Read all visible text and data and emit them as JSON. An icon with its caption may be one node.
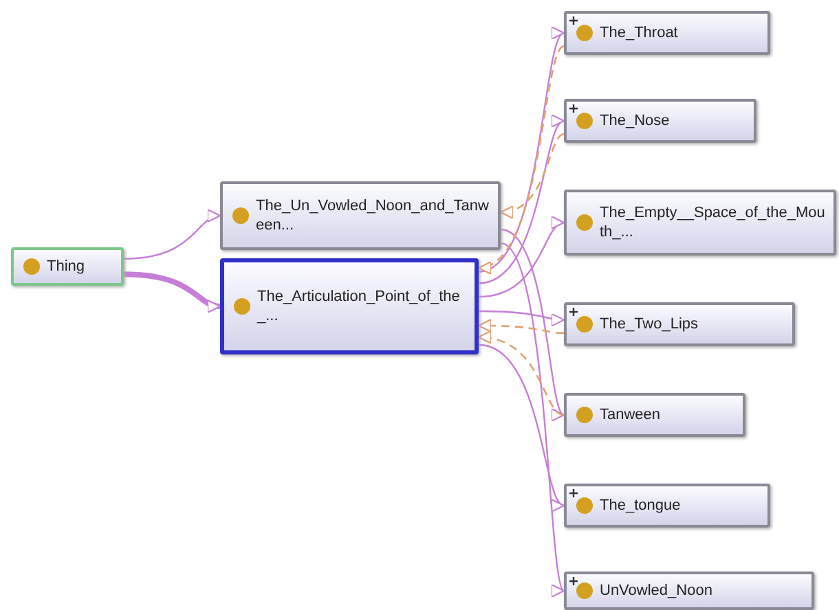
{
  "diagram": {
    "nodes": [
      {
        "text": [
          "Thing"
        ]
      },
      {
        "text": [
          "The_Un_Vowled_Noon_and_Tanween..."
        ]
      },
      {
        "text": [
          "The_Articulation_Point_of_the_..."
        ]
      },
      {
        "text": [
          "The_Throat"
        ]
      },
      {
        "text": [
          "The_Nose"
        ]
      },
      {
        "text": [
          "The_Empty__Space_of_the_Mouth_..."
        ]
      },
      {
        "text": [
          "The_Two_Lips"
        ]
      },
      {
        "text": [
          "Tanween"
        ]
      },
      {
        "text": [
          "The_tongue"
        ]
      },
      {
        "text": [
          "UnVowled_Noon"
        ]
      }
    ],
    "edges": [
      {
        "from": 0,
        "to": 1,
        "arrow": "to"
      },
      {
        "from": 0,
        "to": 2,
        "arrow": "to",
        "style": "thick"
      },
      {
        "from": 2,
        "to": 3,
        "arrow": "to"
      },
      {
        "from": 2,
        "to": 4,
        "arrow": "to"
      },
      {
        "from": 2,
        "to": 5,
        "arrow": "to"
      },
      {
        "from": 2,
        "to": 6,
        "arrow": "to"
      },
      {
        "from": 2,
        "to": 8,
        "arrow": "to"
      },
      {
        "from": 1,
        "to": 7,
        "arrow": "to"
      },
      {
        "from": 1,
        "to": 9,
        "arrow": "to"
      },
      {
        "from": 3,
        "to": 2,
        "arrow": "to",
        "style": "dashed",
        "color": "#e0a070"
      },
      {
        "from": 4,
        "to": 1,
        "arrow": "to",
        "style": "dashed",
        "color": "#e0a070"
      },
      {
        "from": 6,
        "to": 2,
        "arrow": "to",
        "style": "dashed",
        "color": "#e0a070"
      },
      {
        "from": 7,
        "to": 2,
        "arrow": "to",
        "style": "dashed",
        "color": "#e0a070"
      }
    ]
  }
}
